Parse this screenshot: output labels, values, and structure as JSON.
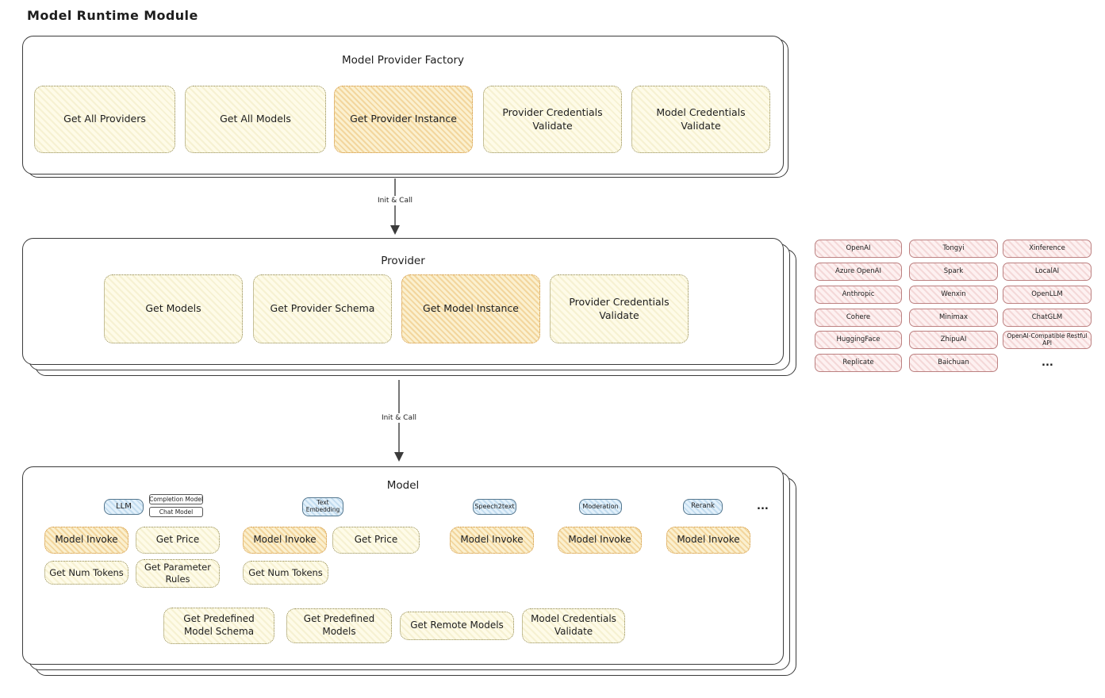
{
  "title": "Model Runtime Module",
  "colors": {
    "stroke": "#3b3b3b",
    "yellow_fill": "#fefbe8",
    "orange_highlight_fill": "#fbf0cf",
    "orange_highlight_border": "#cf9136",
    "blue_fill": "#e3f1fb",
    "pink_fill": "#fdf1f1"
  },
  "factory": {
    "title": "Model Provider Factory",
    "buttons": [
      "Get All Providers",
      "Get All Models",
      "Get Provider Instance",
      "Provider Credentials Validate",
      "Model Credentials Validate"
    ]
  },
  "arrows": {
    "label1": "Init & Call",
    "label2": "Init & Call"
  },
  "provider": {
    "title": "Provider",
    "buttons": [
      "Get Models",
      "Get Provider Schema",
      "Get Model Instance",
      "Provider Credentials Validate"
    ]
  },
  "vendors": {
    "col1": [
      "OpenAI",
      "Azure OpenAI",
      "Anthropic",
      "Cohere",
      "HuggingFace",
      "Replicate"
    ],
    "col2": [
      "Tongyi",
      "Spark",
      "Wenxin",
      "Minimax",
      "ZhipuAI",
      "Baichuan"
    ],
    "col3": [
      "Xinference",
      "LocalAI",
      "OpenLLM",
      "ChatGLM",
      "OpenAI-Compatible Restful API"
    ],
    "more": "..."
  },
  "model": {
    "title": "Model",
    "types": {
      "llm": "LLM",
      "completion": "Completion Model",
      "chat": "Chat Model",
      "text_embedding": "Text Embedding",
      "speech2text": "Speech2text",
      "moderation": "Moderation",
      "rerank": "Rerank",
      "more": "..."
    },
    "ops": {
      "model_invoke": "Model Invoke",
      "get_price": "Get Price",
      "get_num_tokens": "Get Num Tokens",
      "get_parameter_rules": "Get Parameter Rules",
      "get_predefined_model_schema": "Get Predefined Model Schema",
      "get_predefined_models": "Get Predefined Models",
      "get_remote_models": "Get Remote Models",
      "model_credentials_validate": "Model Credentials Validate"
    }
  }
}
